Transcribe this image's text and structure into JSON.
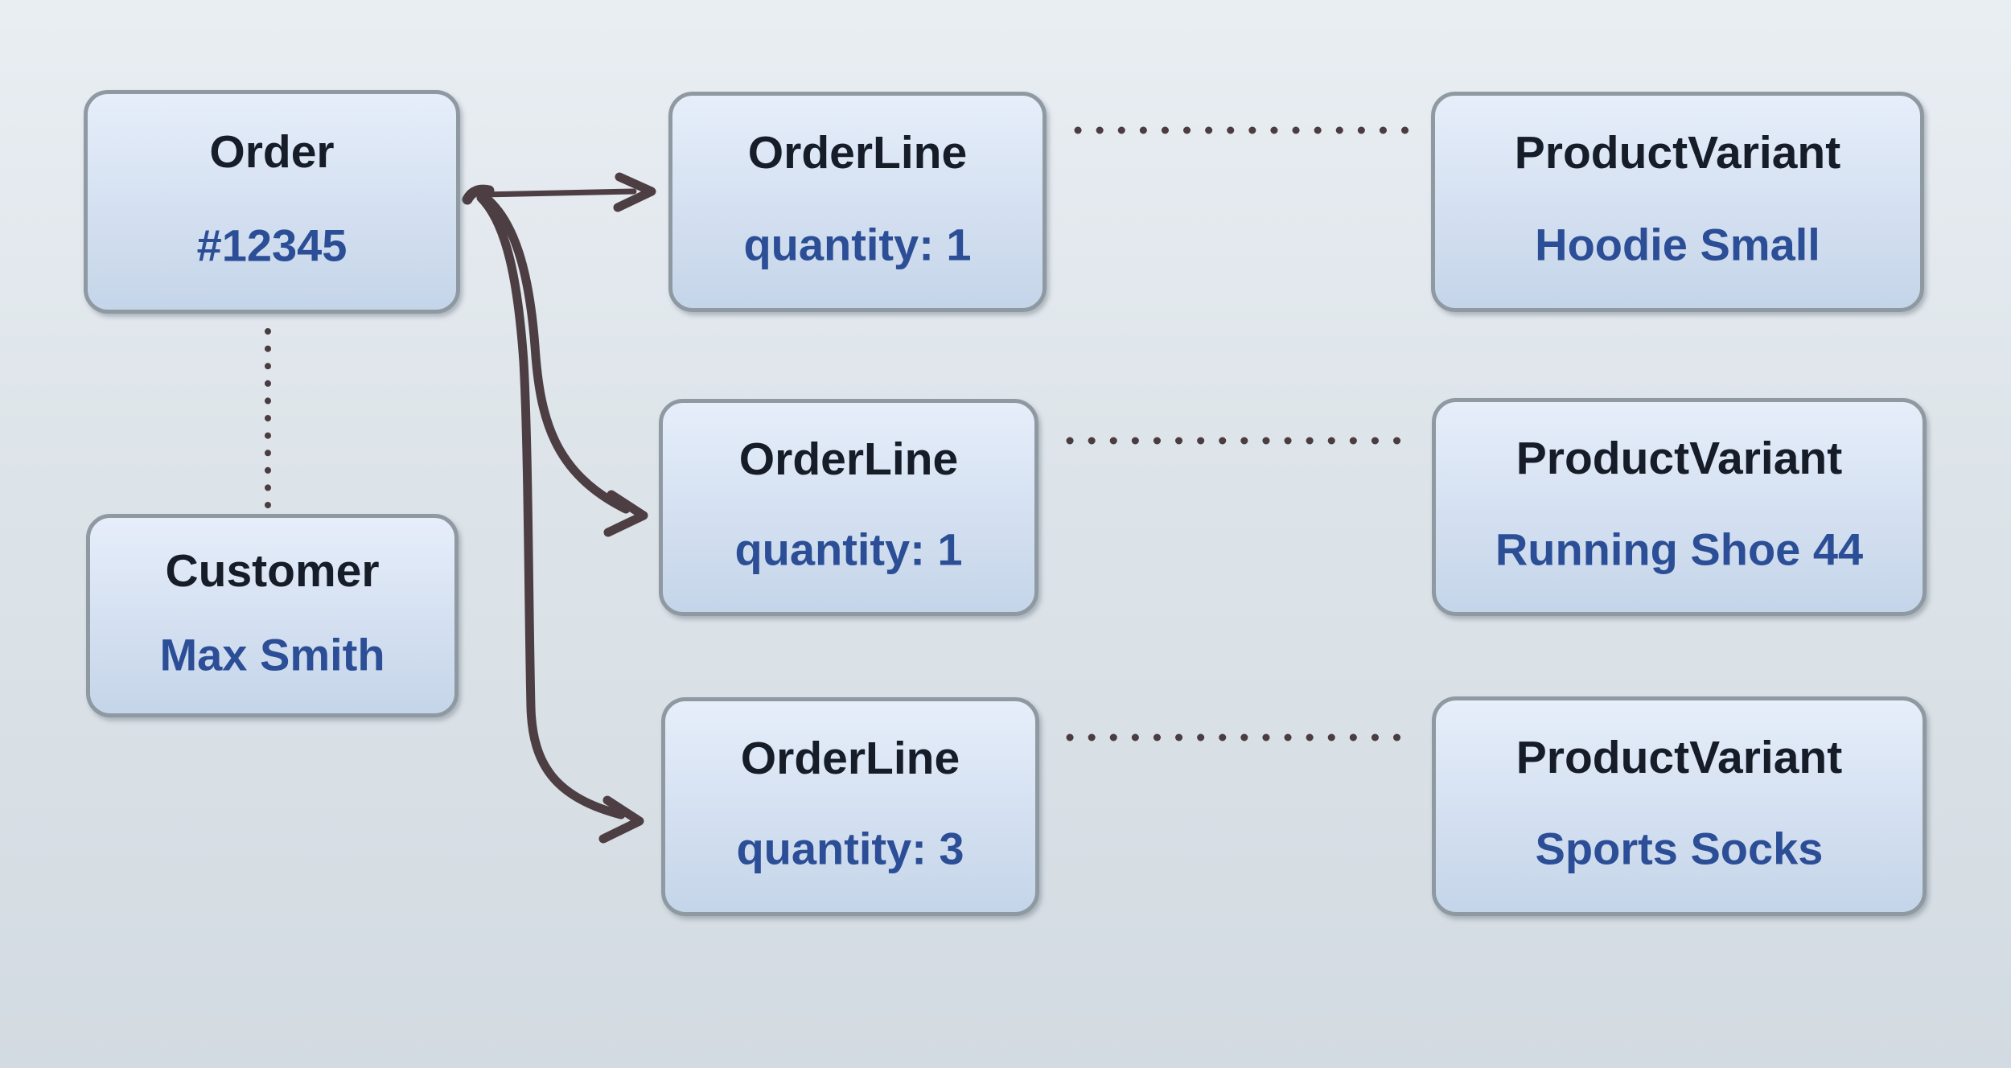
{
  "diagram": {
    "description": "Entity relationship example: an Order linked to a Customer and three OrderLines, each OrderLine linked to a ProductVariant",
    "colors": {
      "bg_top": "#e9eef3",
      "bg_bottom": "#d3dbe2",
      "box_top": "#e6eefa",
      "box_bottom": "#c5d5e9",
      "box_border": "#8e99a1",
      "title": "#161d29",
      "value": "#2c4e96",
      "arrow": "#4c3e42",
      "dot": "#4a3c40"
    },
    "nodes": [
      {
        "name": "order",
        "title": "Order",
        "value": "#12345"
      },
      {
        "name": "customer",
        "title": "Customer",
        "value": "Max Smith"
      },
      {
        "name": "orderline-1",
        "title": "OrderLine",
        "value": "quantity: 1"
      },
      {
        "name": "orderline-2",
        "title": "OrderLine",
        "value": "quantity: 1"
      },
      {
        "name": "orderline-3",
        "title": "OrderLine",
        "value": "quantity: 3"
      },
      {
        "name": "productvariant-1",
        "title": "ProductVariant",
        "value": "Hoodie Small"
      },
      {
        "name": "productvariant-2",
        "title": "ProductVariant",
        "value": "Running Shoe 44"
      },
      {
        "name": "productvariant-3",
        "title": "ProductVariant",
        "value": "Sports Socks"
      }
    ],
    "relations": {
      "solid_arrows": [
        {
          "from": "order",
          "to": "orderline-1"
        },
        {
          "from": "order",
          "to": "orderline-2"
        },
        {
          "from": "order",
          "to": "orderline-3"
        }
      ],
      "dotted_links": [
        {
          "from": "order",
          "to": "customer"
        },
        {
          "from": "orderline-1",
          "to": "productvariant-1"
        },
        {
          "from": "orderline-2",
          "to": "productvariant-2"
        },
        {
          "from": "orderline-3",
          "to": "productvariant-3"
        }
      ]
    }
  }
}
